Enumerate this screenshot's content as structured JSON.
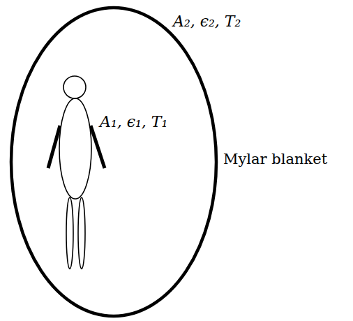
{
  "diagram": {
    "labels": [
      "A₂, ϵ₂, T₂",
      "A₁, ϵ₁, T₁",
      "Mylar blanket"
    ]
  }
}
